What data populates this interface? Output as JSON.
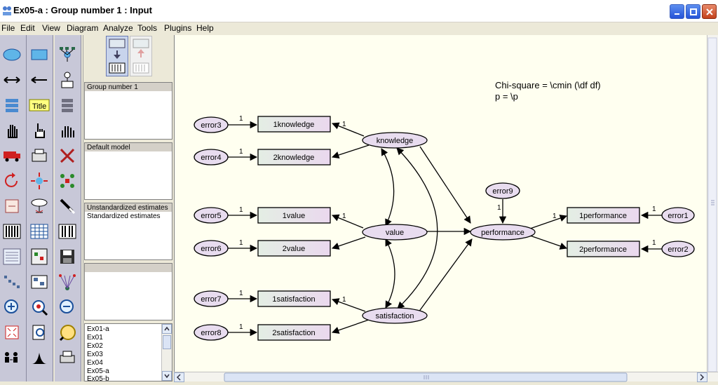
{
  "window": {
    "title": "Ex05-a : Group number 1 : Input"
  },
  "menu": [
    "File",
    "Edit",
    "View",
    "Diagram",
    "Analyze",
    "Tools",
    "Plugins",
    "Help"
  ],
  "panels": {
    "groups": [
      "Group number 1"
    ],
    "models": [
      "Default model"
    ],
    "estimates": [
      "Unstandardized estimates",
      "Standardized estimates"
    ],
    "files": [
      "Ex01-a",
      "Ex01",
      "Ex02",
      "Ex03",
      "Ex04",
      "Ex05-a",
      "Ex05-b"
    ]
  },
  "diagram": {
    "fit_text": [
      "Chi-square = \\cmin (\\df df)",
      "p = \\p"
    ],
    "errors": [
      "error3",
      "error4",
      "error5",
      "error6",
      "error7",
      "error8",
      "error9",
      "error1",
      "error2"
    ],
    "observed": [
      "1knowledge",
      "2knowledge",
      "1value",
      "2value",
      "1satisfaction",
      "2satisfaction",
      "1performance",
      "2performance"
    ],
    "latent": [
      "knowledge",
      "value",
      "satisfaction",
      "performance"
    ],
    "fixed_weight": "1"
  },
  "colors": {
    "canvas": "#fffff0",
    "latent_fill": "#e8dcef",
    "observed_fill_left": "#e8f0e8",
    "observed_fill_right": "#eadcf0",
    "toolbar_bg": "#c8c8d8"
  }
}
